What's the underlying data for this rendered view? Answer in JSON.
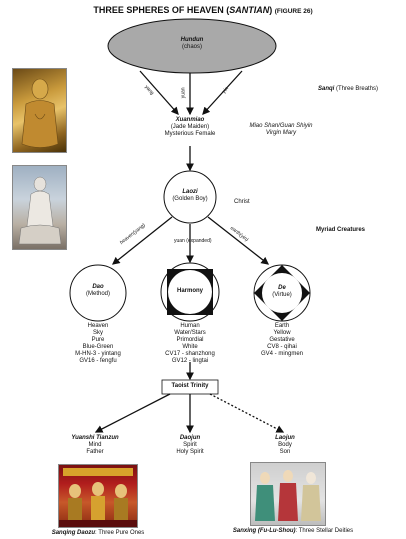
{
  "title": {
    "main": "THREE SPHERES OF HEAVEN (",
    "italic": "SANTIAN",
    "close": ")",
    "figure": "(FIGURE 26)"
  },
  "hundun": {
    "name": "Hundun",
    "gloss": "(chaos)"
  },
  "breaths": {
    "left": "yang",
    "center": "yuan",
    "right": "yin"
  },
  "sanqi": {
    "label": "Sanqi",
    "gloss": "(Three Breaths)"
  },
  "xuanmiao": {
    "name": "Xuanmiao",
    "gloss": "(Jade Maiden)",
    "desc": "Mysterious Female",
    "parallel_name": "Miao Shan/Guan Shiyin",
    "parallel_desc": "Virgin Mary"
  },
  "laozi": {
    "name": "Laozi",
    "gloss": "(Golden Boy)",
    "parallel": "Christ"
  },
  "myriad": "Myriad Creatures",
  "branches": {
    "left": "heaven(yang)",
    "center": "yuan (expanded)",
    "right": "earth(yin)"
  },
  "spheres": [
    {
      "name": "Dao",
      "gloss": "(Method)",
      "attrs": [
        "Heaven",
        "Sky",
        "Pure",
        "Blue-Green",
        "M-HN-3 - yintang",
        "GV16 - fengfu"
      ]
    },
    {
      "name": "Harmony",
      "gloss": "",
      "attrs": [
        "Human",
        "Water/Stars",
        "Primordial",
        "White",
        "CV17 - shanzhong",
        "GV12 - lingtai"
      ]
    },
    {
      "name": "De",
      "gloss": "(Virtue)",
      "attrs": [
        "Earth",
        "Yellow",
        "Gestative",
        "CV8 - qihai",
        "GV4 - mingmen"
      ]
    }
  ],
  "trinity_label": "Taoist Trinity",
  "trinity": [
    {
      "name": "Yuanshi Tianzun",
      "line1": "Mind",
      "line2": "Father"
    },
    {
      "name": "Daojun",
      "line1": "Spirit",
      "line2": "Holy Spirit"
    },
    {
      "name": "Laojun",
      "line1": "Body",
      "line2": "Son"
    }
  ],
  "captions": {
    "left_italic": "Sanqing Daozu",
    "left_rest": ": Three Pure Ones",
    "right_italic": "Sanxing (Fu-Lu-Shou)",
    "right_rest": ": Three Stellar Deities"
  }
}
